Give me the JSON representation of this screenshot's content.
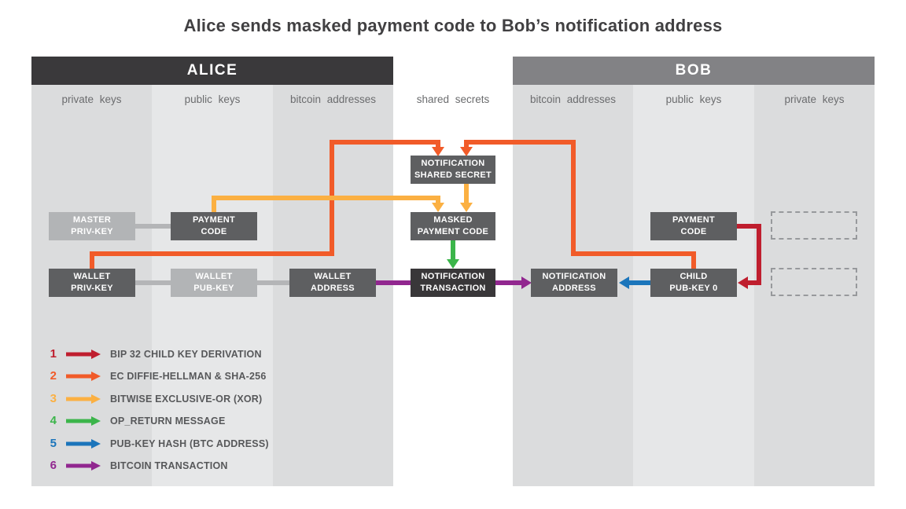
{
  "title": "Alice sends masked payment code to Bob’s notification address",
  "alice": {
    "header": "ALICE",
    "columns": [
      "private keys",
      "public keys",
      "bitcoin addresses"
    ],
    "nodes": {
      "master_priv_key": {
        "line1": "MASTER",
        "line2": "PRIV-KEY"
      },
      "payment_code": {
        "line1": "PAYMENT",
        "line2": "CODE"
      },
      "wallet_priv_key": {
        "line1": "WALLET",
        "line2": "PRIV-KEY"
      },
      "wallet_pub_key": {
        "line1": "WALLET",
        "line2": "PUB-KEY"
      },
      "wallet_address": {
        "line1": "WALLET",
        "line2": "ADDRESS"
      }
    }
  },
  "shared": {
    "column": "shared secrets",
    "nodes": {
      "notification_shared_secret": {
        "line1": "NOTIFICATION",
        "line2": "SHARED SECRET"
      },
      "masked_payment_code": {
        "line1": "MASKED",
        "line2": "PAYMENT CODE"
      },
      "notification_transaction": {
        "line1": "NOTIFICATION",
        "line2": "TRANSACTION"
      }
    }
  },
  "bob": {
    "header": "BOB",
    "columns": [
      "bitcoin addresses",
      "public keys",
      "private keys"
    ],
    "nodes": {
      "notification_address": {
        "line1": "NOTIFICATION",
        "line2": "ADDRESS"
      },
      "child_pub_key_0": {
        "line1": "CHILD",
        "line2": "PUB-KEY 0"
      },
      "payment_code": {
        "line1": "PAYMENT",
        "line2": "CODE"
      }
    }
  },
  "legend": {
    "items": [
      {
        "num": "1",
        "label": "BIP 32 CHILD KEY DERIVATION",
        "color": "#bf1e2e"
      },
      {
        "num": "2",
        "label": "EC DIFFIE-HELLMAN & SHA-256",
        "color": "#f15b29"
      },
      {
        "num": "3",
        "label": "BITWISE EXCLUSIVE-OR (XOR)",
        "color": "#fbb042"
      },
      {
        "num": "4",
        "label": "OP_RETURN MESSAGE",
        "color": "#3bb54a"
      },
      {
        "num": "5",
        "label": "PUB-KEY HASH (BTC ADDRESS)",
        "color": "#1b75bb"
      },
      {
        "num": "6",
        "label": "BITCOIN TRANSACTION",
        "color": "#91278f"
      }
    ]
  },
  "colors": {
    "derivation": "#bf1e2e",
    "ecdh": "#f15b29",
    "xor": "#fbb042",
    "op_return": "#3bb54a",
    "pubkey_hash": "#1b75bb",
    "transaction": "#91278f",
    "connector": "#b4b5b7"
  }
}
